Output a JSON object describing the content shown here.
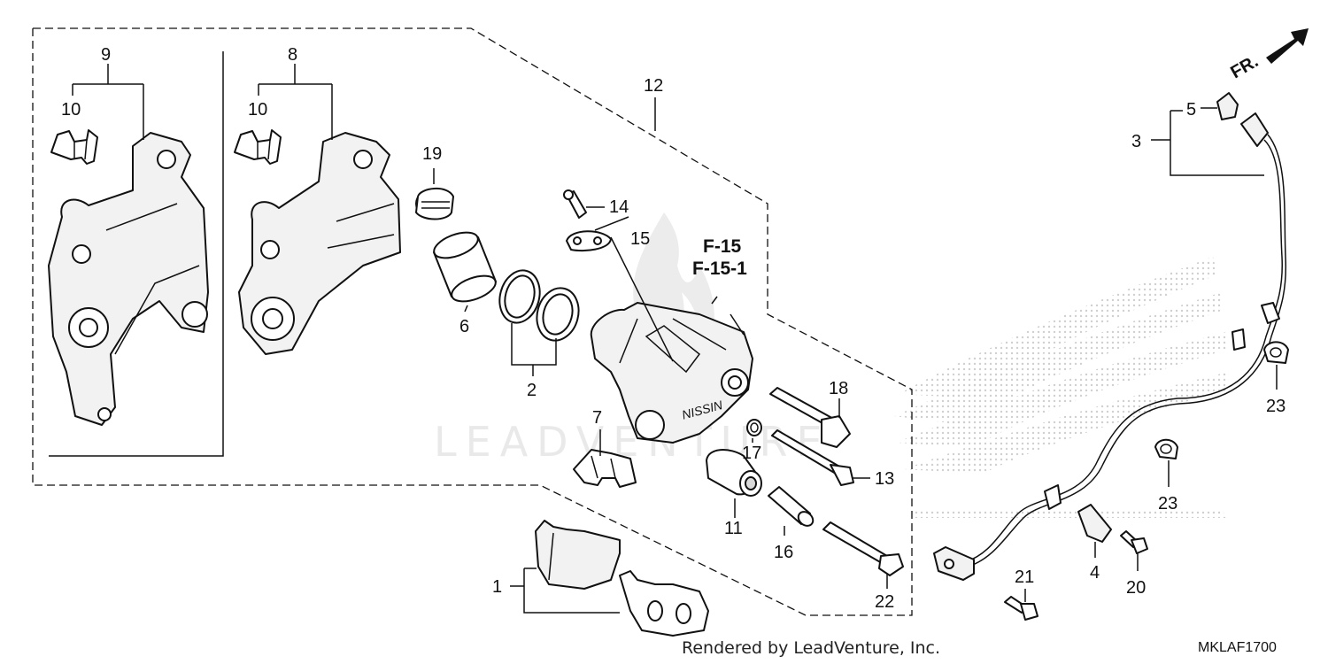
{
  "labels": {
    "p1": "1",
    "p2": "2",
    "p3": "3",
    "p4": "4",
    "p5": "5",
    "p6": "6",
    "p7": "7",
    "p8": "8",
    "p9": "9",
    "p10a": "10",
    "p10b": "10",
    "p11": "11",
    "p12": "12",
    "p13": "13",
    "p14": "14",
    "p15": "15",
    "p16": "16",
    "p17": "17",
    "p18": "18",
    "p19": "19",
    "p20": "20",
    "p21": "21",
    "p22": "22",
    "p23a": "23",
    "p23b": "23"
  },
  "references": {
    "ref1": "F-15",
    "ref2": "F-15-1"
  },
  "direction_label": "FR.",
  "watermark": "LEADVENTURE",
  "footer": {
    "credit": "Rendered by LeadVenture, Inc.",
    "diagram_code": "MKLAF1700"
  },
  "colors": {
    "line": "#111111",
    "watermark": "#e9e9e9"
  }
}
